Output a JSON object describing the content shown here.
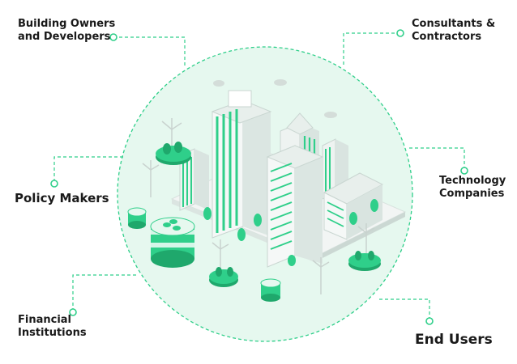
{
  "labels": {
    "building_owners": "Building Owners and Developers",
    "consultants": "Consultants & Contractors",
    "policy_makers": "Policy Makers",
    "technology": "Technology Companies",
    "financial": "Financial Institutions",
    "end_users": "End Users"
  },
  "colors": {
    "accent": "#2fcf8a",
    "circle_fill": "#e6f8ef",
    "dash": "#2fcf8a",
    "text": "#1a1a1a"
  }
}
